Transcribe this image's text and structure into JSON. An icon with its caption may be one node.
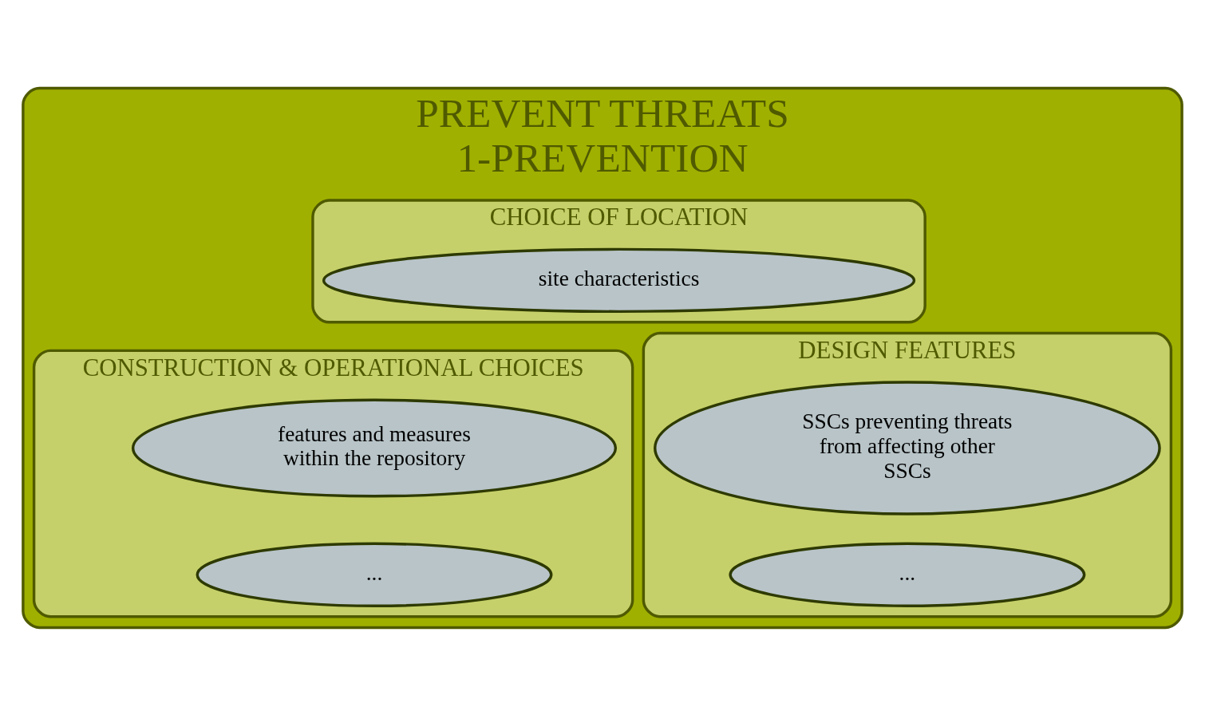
{
  "diagram": {
    "nodes": [
      {
        "text": [
          "PREVENT THREATS",
          "1-PREVENTION"
        ]
      },
      {
        "text": [
          "CHOICE OF LOCATION"
        ],
        "in": 0
      },
      {
        "text": [
          "site characteristics"
        ],
        "in": 1
      },
      {
        "text": [
          "CONSTRUCTION & OPERATIONAL CHOICES"
        ],
        "in": 0
      },
      {
        "text": [
          "features and measures within the repository"
        ],
        "in": 3
      },
      {
        "text": [
          "..."
        ],
        "in": 3
      },
      {
        "text": [
          "DESIGN FEATURES"
        ],
        "in": 0
      },
      {
        "text": [
          "SSCs preventing threats from affecting other SSCs"
        ],
        "in": 6
      },
      {
        "text": [
          "..."
        ],
        "in": 6
      }
    ]
  }
}
